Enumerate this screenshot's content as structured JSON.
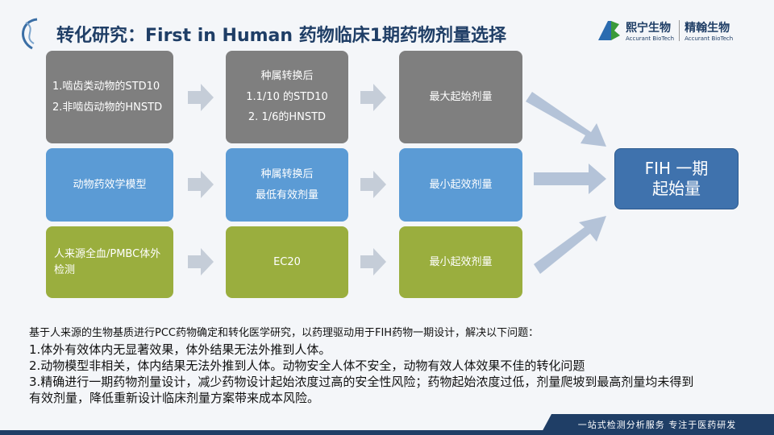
{
  "header": {
    "title": "转化研究：First in Human 药物临床1期药物剂量选择",
    "logo1_cn": "熙宁生物",
    "logo1_en": "Accurant BioTech",
    "logo2_cn": "精翰生物",
    "logo2_en": "Accurant BioTech"
  },
  "rows": [
    {
      "c1": [
        "1.啮齿类动物的STD10",
        "2.非啮齿动物的HNSTD"
      ],
      "c2": [
        "种属转换后",
        "1.1/10 的STD10",
        "2. 1/6的HNSTD"
      ],
      "c3": "最大起始剂量"
    },
    {
      "c1": [
        "动物药效学模型"
      ],
      "c2": [
        "种属转换后",
        "最低有效剂量"
      ],
      "c3": "最小起效剂量"
    },
    {
      "c1": [
        "人来源全血/PMBC体外检测"
      ],
      "c2": [
        "EC20"
      ],
      "c3": "最小起效剂量"
    }
  ],
  "fih": {
    "line1": "FIH 一期",
    "line2": "起始量"
  },
  "body": {
    "intro": "基于人来源的生物基质进行PCC药物确定和转化医学研究，以药理驱动用于FIH药物一期设计，解决以下问题：",
    "p1": "1.体外有效体内无显著效果，体外结果无法外推到人体。",
    "p2": "2.动物模型非相关，体内结果无法外推到人体。动物安全人体不安全，动物有效人体效果不佳的转化问题",
    "p3": "3.精确进行一期药物剂量设计，减少药物设计起始浓度过高的安全性风险；药物起始浓度过低，剂量爬坡到最高剂量均未得到有效剂量，降低重新设计临床剂量方案带来成本风险。"
  },
  "footer": {
    "slogan": "一站式检测分析服务  专注于医药研发"
  }
}
